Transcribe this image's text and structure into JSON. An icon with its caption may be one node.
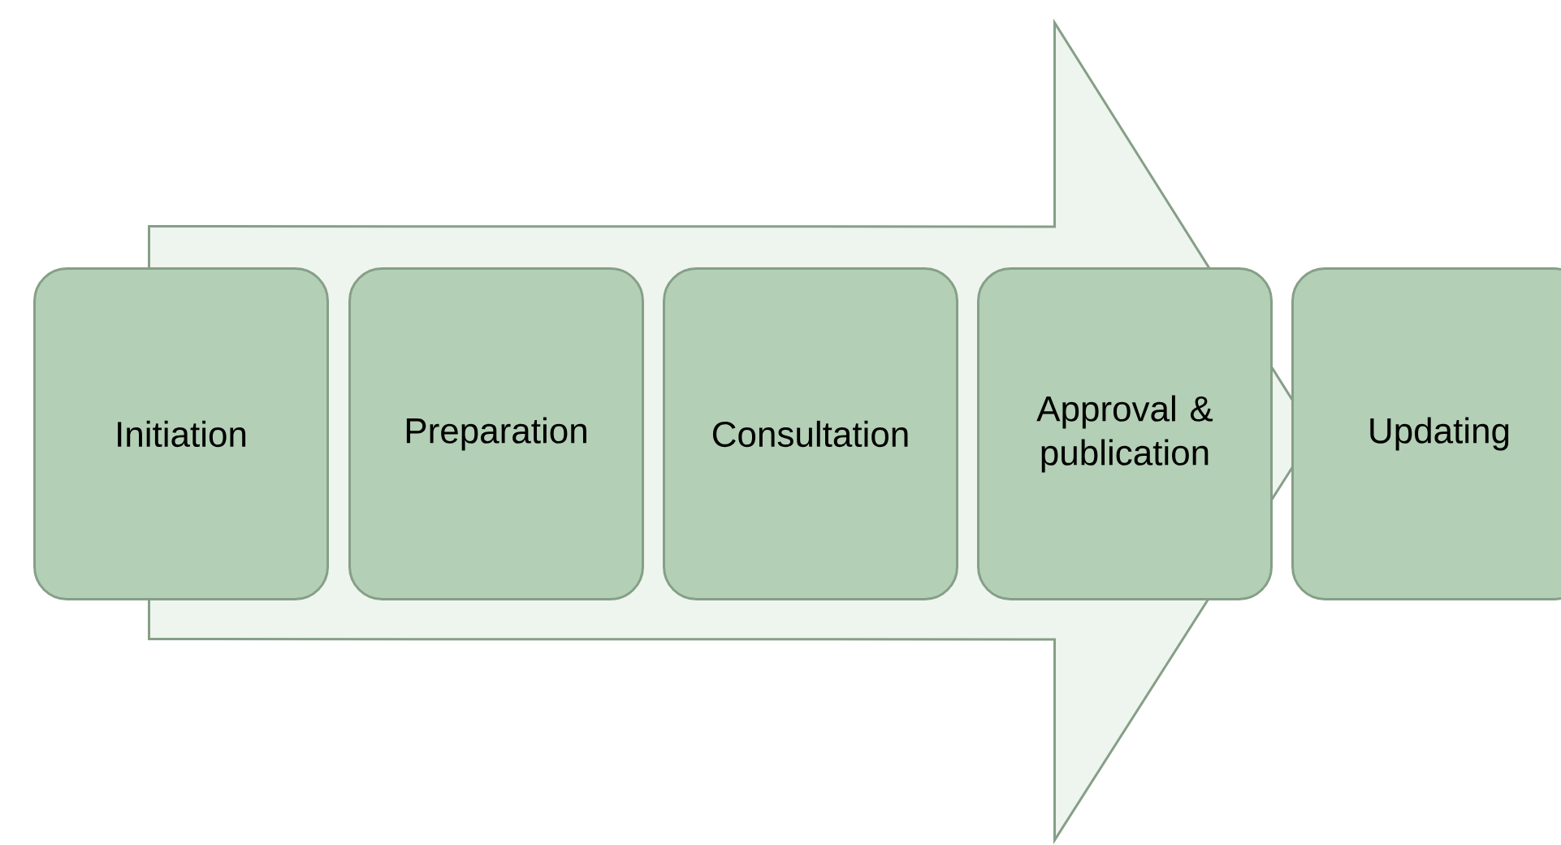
{
  "diagram": {
    "nodes": [
      {
        "text": [
          "Initiation"
        ]
      },
      {
        "text": [
          "Preparation"
        ]
      },
      {
        "text": [
          "Consultation"
        ]
      },
      {
        "text": [
          "Approval & publication"
        ]
      },
      {
        "text": [
          "Updating"
        ]
      }
    ],
    "edges": [
      {
        "from": 0,
        "to": 4,
        "arrow": "to"
      }
    ]
  }
}
